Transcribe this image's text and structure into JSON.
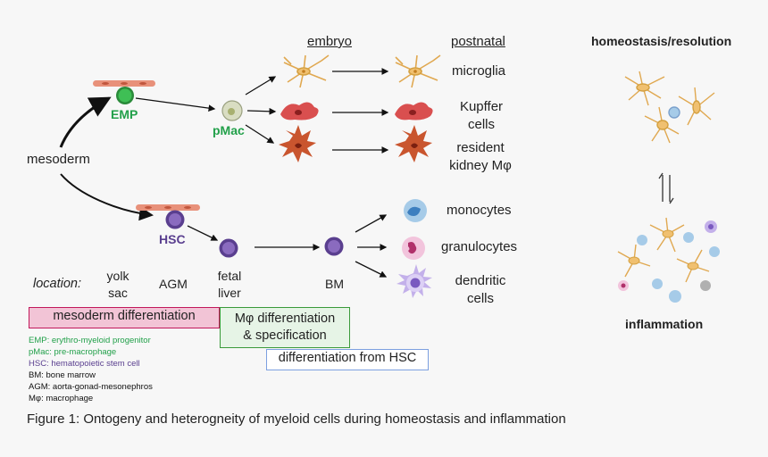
{
  "headers": {
    "embryo": "embryo",
    "postnatal": "postnatal",
    "homeostasis": "homeostasis/resolution",
    "inflammation": "inflammation"
  },
  "nodes": {
    "mesoderm": "mesoderm",
    "emp": "EMP",
    "pmac": "pMac",
    "hsc": "HSC",
    "microglia": "microglia",
    "kupffer_1": "Kupffer",
    "kupffer_2": "cells",
    "kidney_1": "resident",
    "kidney_2": "kidney Mφ",
    "monocytes": "monocytes",
    "granulocytes": "granulocytes",
    "dendritic_1": "dendritic",
    "dendritic_2": "cells"
  },
  "locations": {
    "label": "location:",
    "yolk_1": "yolk",
    "yolk_2": "sac",
    "agm": "AGM",
    "fetal_1": "fetal",
    "fetal_2": "liver",
    "bm": "BM"
  },
  "boxes": {
    "mesoderm_diff": "mesoderm differentiation",
    "mphi_diff_1": "Mφ differentiation",
    "mphi_diff_2": "& specification",
    "hsc_diff": "differentiation from HSC"
  },
  "legend": [
    {
      "text": "EMP: erythro-myeloid progenitor",
      "color": "#22a04a"
    },
    {
      "text": "pMac: pre-macrophage",
      "color": "#22a04a"
    },
    {
      "text": "HSC: hematopoietic stem cell",
      "color": "#5a3f8f"
    },
    {
      "text": "BM: bone marrow",
      "color": "#111111"
    },
    {
      "text": "AGM: aorta-gonad-mesonephros",
      "color": "#111111"
    },
    {
      "text": "Mφ: macrophage",
      "color": "#111111"
    }
  ],
  "caption": "Figure 1: Ontogeny and heterogneity of myeloid cells during homeostasis and inflammation",
  "colors": {
    "emp_green": "#22a04a",
    "hsc_purple": "#5a3f8f",
    "endothelium": "#e8917a",
    "microglia": "#f0c070",
    "kupffer": "#d94f4f",
    "kidney_mphi": "#c9552e",
    "box_pink_fill": "#f2c4d6",
    "box_pink_border": "#c2185b",
    "box_green_fill": "#e6f4e6",
    "box_green_border": "#3a9a3a",
    "box_blue_border": "#7da0e0"
  }
}
